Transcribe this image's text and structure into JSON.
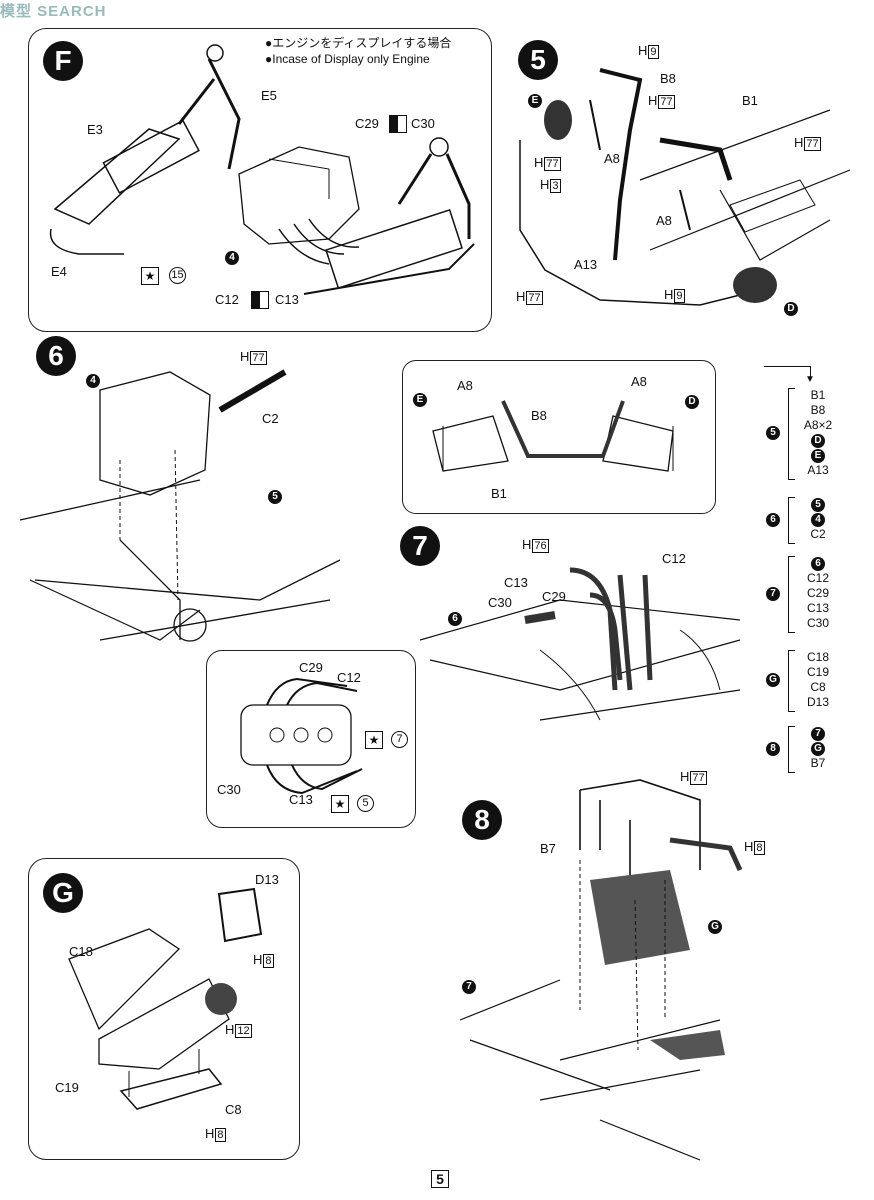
{
  "watermark": "模型 SEARCH",
  "page_number": "5",
  "panel_f": {
    "step": "F",
    "note_jp": "●エンジンをディスプレイする場合",
    "note_en": "●Incase of Display only Engine",
    "labels": {
      "e5": "E5",
      "e3": "E3",
      "e4": "E4",
      "c29": "C29",
      "c30": "C30",
      "c12": "C12",
      "c13": "C13",
      "ref": "15",
      "engine": "4"
    }
  },
  "step5": {
    "step": "5",
    "labels": {
      "h9a": "H",
      "h9a_box": "9",
      "b8": "B8",
      "h77a": "H",
      "h77a_box": "77",
      "b1": "B1",
      "h77b": "H",
      "h77b_box": "77",
      "e": "E",
      "h77c": "H",
      "h77c_box": "77",
      "a8a": "A8",
      "h3": "H",
      "h3_box": "3",
      "a8b": "A8",
      "a13": "A13",
      "h77d": "H",
      "h77d_box": "77",
      "h9b": "H",
      "h9b_box": "9",
      "d": "D"
    }
  },
  "step6": {
    "step": "6",
    "labels": {
      "h77": "H",
      "h77_box": "77",
      "engine": "4",
      "c2": "C2",
      "frame": "5"
    }
  },
  "detail_top": {
    "labels": {
      "a8l": "A8",
      "a8r": "A8",
      "b8": "B8",
      "b1": "B1",
      "e": "E",
      "d": "D"
    }
  },
  "step7": {
    "step": "7",
    "labels": {
      "h76": "H",
      "h76_box": "76",
      "c12": "C12",
      "c13": "C13",
      "c30": "C30",
      "c29": "C29",
      "frame": "6"
    }
  },
  "detail_mid": {
    "labels": {
      "c29": "C29",
      "c12": "C12",
      "c30": "C30",
      "c13": "C13",
      "ref7": "7",
      "ref5": "5"
    }
  },
  "panel_g": {
    "step": "G",
    "labels": {
      "d13": "D13",
      "c18": "C18",
      "h8a": "H",
      "h8a_box": "8",
      "h12": "H",
      "h12_box": "12",
      "c19": "C19",
      "c8": "C8",
      "h8b": "H",
      "h8b_box": "8"
    }
  },
  "step8": {
    "step": "8",
    "labels": {
      "h77": "H",
      "h77_box": "77",
      "b7": "B7",
      "h8": "H",
      "h8_box": "8",
      "g": "G",
      "frame": "7"
    }
  },
  "sequence": [
    {
      "step": "5",
      "parts": [
        "B1",
        "B8",
        "A8×2",
        "D",
        "E",
        "A13"
      ]
    },
    {
      "step": "6",
      "parts": [
        "5",
        "4",
        "C2"
      ]
    },
    {
      "step": "7",
      "parts": [
        "6",
        "C12",
        "C29",
        "C13",
        "C30"
      ]
    },
    {
      "step": "G",
      "parts": [
        "C18",
        "C19",
        "C8",
        "D13"
      ]
    },
    {
      "step": "8",
      "parts": [
        "7",
        "G",
        "B7"
      ]
    }
  ]
}
